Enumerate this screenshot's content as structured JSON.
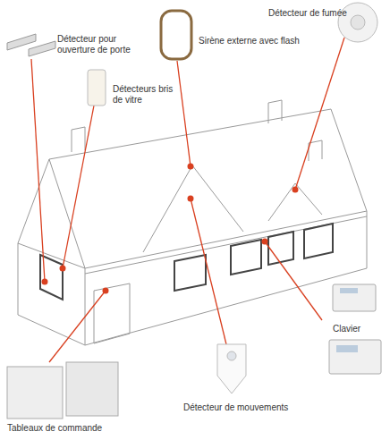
{
  "diagram": {
    "labels": [
      "Détecteur pour ouverture de porte",
      "Sirène externe avec flash",
      "Détecteur de fumée",
      "Détecteurs bris de vitre",
      "Clavier",
      "Détecteur de mouvements",
      "Tableaux de commande"
    ]
  }
}
